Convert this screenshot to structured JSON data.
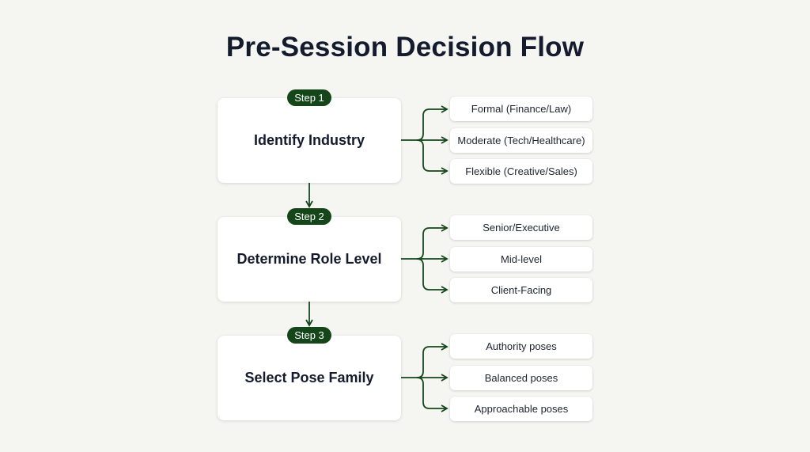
{
  "title": "Pre-Session Decision Flow",
  "colors": {
    "background": "#f5f5f2",
    "accent_green": "#14461a",
    "title_text": "#141b2d",
    "card_bg": "#ffffff"
  },
  "steps": [
    {
      "badge": "Step 1",
      "title": "Identify Industry",
      "options": [
        "Formal (Finance/Law)",
        "Moderate (Tech/Healthcare)",
        "Flexible (Creative/Sales)"
      ]
    },
    {
      "badge": "Step 2",
      "title": "Determine Role Level",
      "options": [
        "Senior/Executive",
        "Mid-level",
        "Client-Facing"
      ]
    },
    {
      "badge": "Step 3",
      "title": "Select Pose Family",
      "options": [
        "Authority poses",
        "Balanced poses",
        "Approachable poses"
      ]
    }
  ]
}
